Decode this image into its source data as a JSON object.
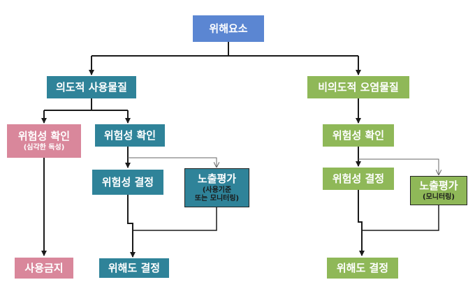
{
  "diagram": {
    "root": "위해요소",
    "intentional": {
      "title": "의도적 사용물질",
      "hazard_left": {
        "title": "위험성 확인",
        "subtitle": "(심각한 독성)"
      },
      "ban": "사용금지",
      "hazard_right": "위험성 확인",
      "risk_decision": "위험성 결정",
      "exposure": {
        "title": "노출평가",
        "subtitle_line1": "(사용기준",
        "subtitle_line2": "또는 모니터링)"
      },
      "harm_decision": "위해도 결정"
    },
    "unintentional": {
      "title": "비의도적 오염물질",
      "hazard": "위험성 확인",
      "risk_decision": "위험성 결정",
      "exposure": {
        "title": "노출평가",
        "subtitle": "(모니터링)"
      },
      "harm_decision": "위해도 결정"
    }
  },
  "colors": {
    "root": "#5b86d2",
    "intentional": "#2f8399",
    "ban": "#d9879b",
    "unintentional": "#8fb858",
    "line": "#1a1a1a",
    "thin_line": "#666666"
  }
}
